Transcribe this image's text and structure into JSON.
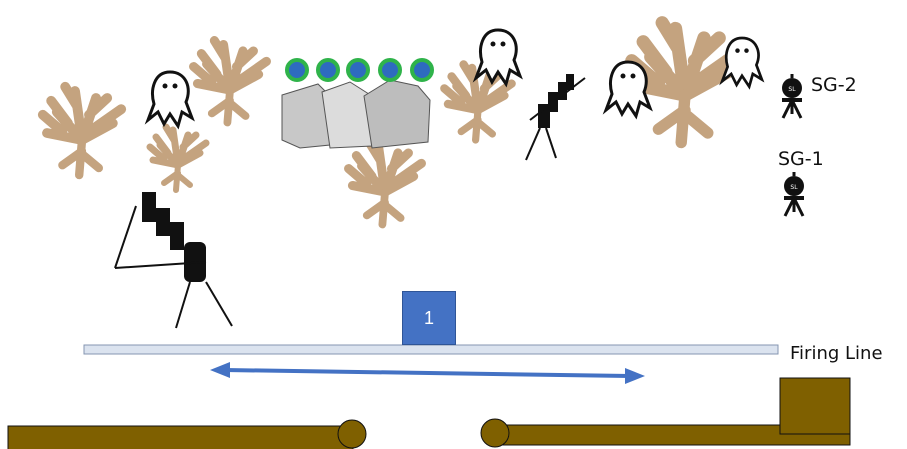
{
  "firing_position_number": "1",
  "labels": {
    "firing_line": "Firing Line",
    "safety_officer_2": "SG-2",
    "safety_officer_1": "SG-1",
    "officer_badge": "SL"
  },
  "colors": {
    "brush": "#c4a37f",
    "firing_line": "#dbe3ef",
    "firing_line_border": "#8496b0",
    "arrow": "#4472c4",
    "position_box": "#4472c4",
    "bench": "#7f6000",
    "target_dot_fill": "#2e6bbf",
    "target_dot_ring": "#2fb34a",
    "rock": "#c8c8c8"
  }
}
